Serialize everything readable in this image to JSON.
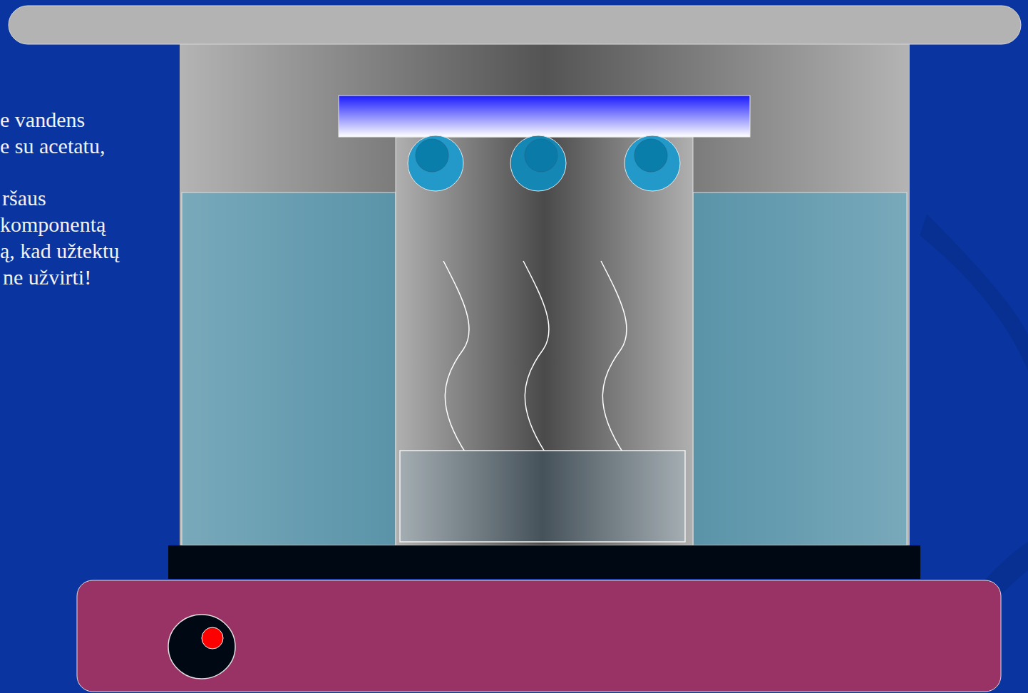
{
  "diagram": {
    "labels": [
      "e vandens",
      "e su acetatu,",
      "ršaus",
      "komponentą",
      "ą, kad užtektų",
      "ne užvirti!"
    ]
  }
}
